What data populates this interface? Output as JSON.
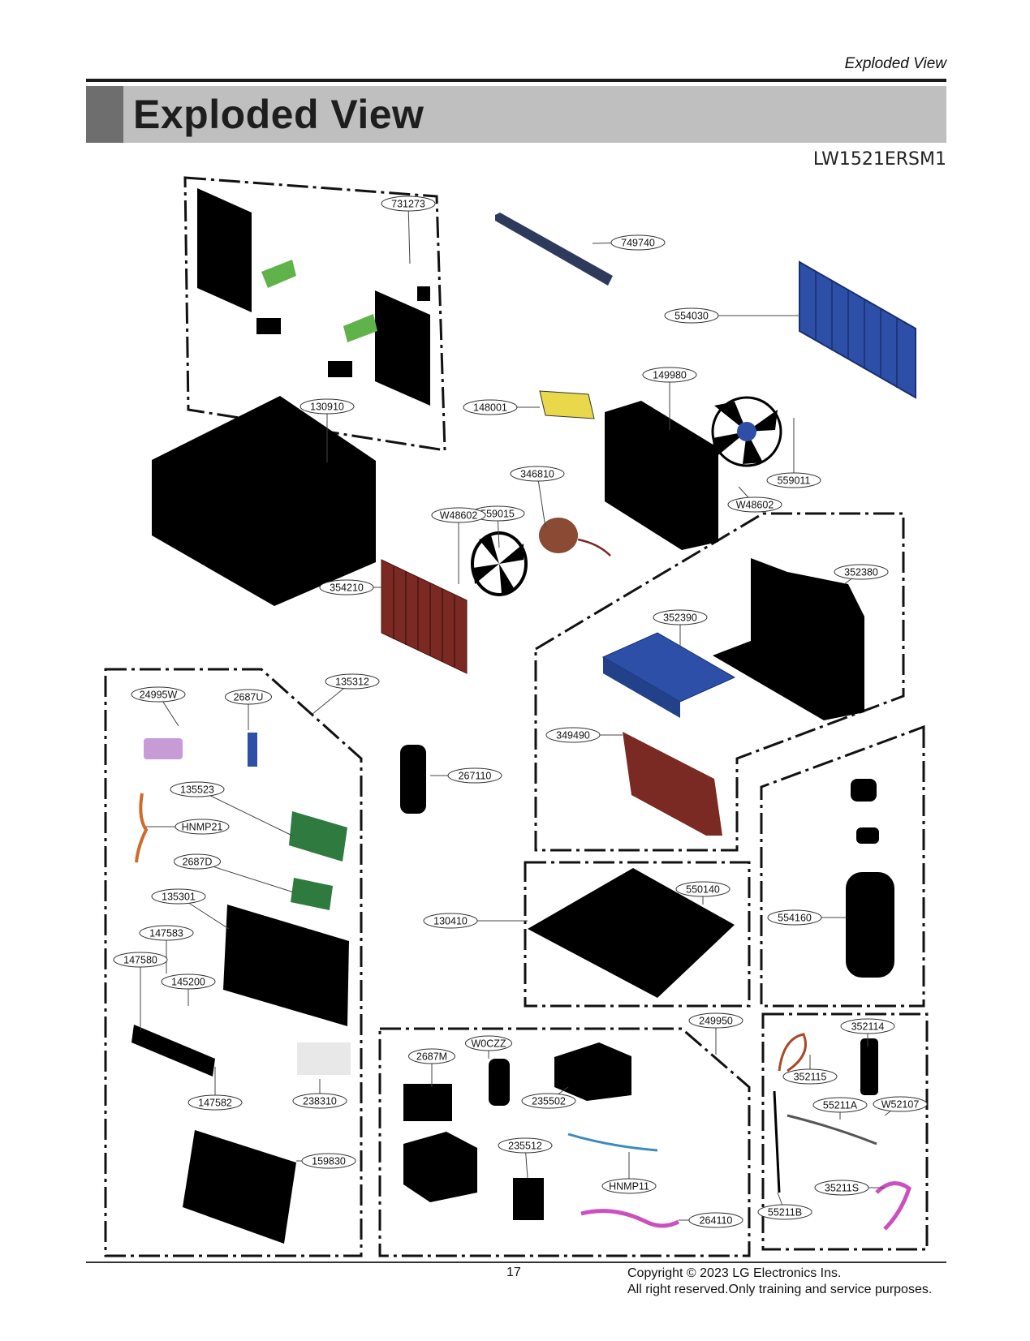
{
  "header": {
    "section_tag": "Exploded View",
    "title": "Exploded View",
    "model": "LW1521ERSM1"
  },
  "parts": [
    "731273",
    "749740",
    "554030",
    "149980",
    "148001",
    "130910",
    "346810",
    "559015",
    "W48602",
    "559011",
    "W48602",
    "354210",
    "352380",
    "352390",
    "135312",
    "24995W",
    "2687U",
    "349490",
    "267110",
    "135523",
    "HNMP21",
    "2687D",
    "550140",
    "135301",
    "130410",
    "554160",
    "147583",
    "147580",
    "145200",
    "249950",
    "352114",
    "W0CZZ",
    "2687M",
    "352115",
    "235502",
    "147582",
    "238310",
    "55211A",
    "W52107",
    "235512",
    "159830",
    "HNMP11",
    "35211S",
    "55211B",
    "264110"
  ],
  "colors": {
    "black_parts": "#000000",
    "coil_blue": "#2d4fa8",
    "coil_red": "#7a2a22",
    "motor_brown": "#8a4a33",
    "bracket_green": "#5fb34a",
    "board_green": "#2f7a3e",
    "pink": "#cc4fc0",
    "yellow": "#e8d84a",
    "lilac": "#c79bd6"
  },
  "footer": {
    "page_number": "17",
    "copyright_line1": "Copyright © 2023 LG Electronics Ins.",
    "copyright_line2": "All right reserved.Only training and service purposes."
  }
}
